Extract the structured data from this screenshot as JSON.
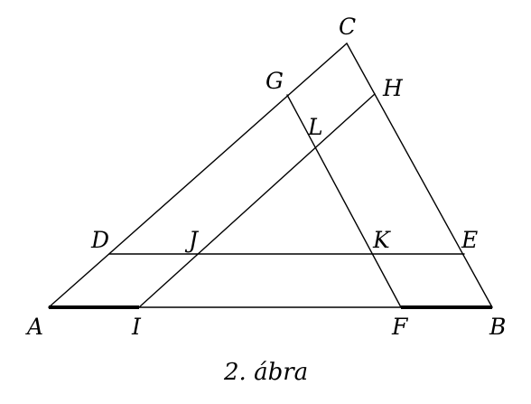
{
  "points": {
    "A": "A",
    "B": "B",
    "C": "C",
    "D": "D",
    "E": "E",
    "F": "F",
    "G": "G",
    "H": "H",
    "I": "I",
    "J": "J",
    "K": "K",
    "L": "L"
  },
  "caption": "2. ábra"
}
